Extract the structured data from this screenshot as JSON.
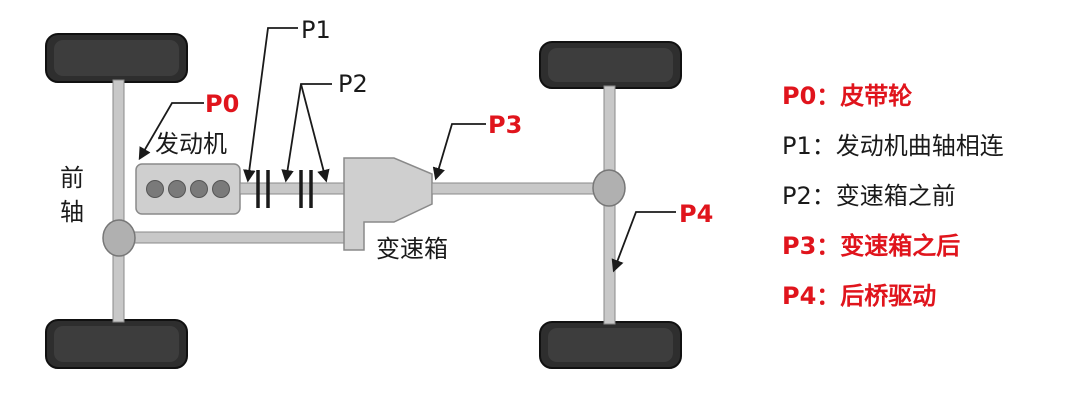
{
  "diagram": {
    "labels": {
      "front_axle_top": "前",
      "front_axle_bottom": "轴",
      "engine": "发动机",
      "gearbox": "变速箱",
      "p0": "P0",
      "p1": "P1",
      "p2": "P2",
      "p3": "P3",
      "p4": "P4"
    }
  },
  "legend": {
    "items": [
      {
        "text": "P0：皮带轮",
        "highlight": true
      },
      {
        "text": "P1：发动机曲轴相连",
        "highlight": false
      },
      {
        "text": "P2：变速箱之前",
        "highlight": false
      },
      {
        "text": "P3：变速箱之后",
        "highlight": true
      },
      {
        "text": "P4：后桥驱动",
        "highlight": true
      }
    ]
  },
  "colors": {
    "highlight": "#e0141c",
    "text": "#1a1a1a",
    "tire": "#3a3a3a",
    "component_fill": "#cfcfcf",
    "shaft": "#c8c8c8"
  }
}
